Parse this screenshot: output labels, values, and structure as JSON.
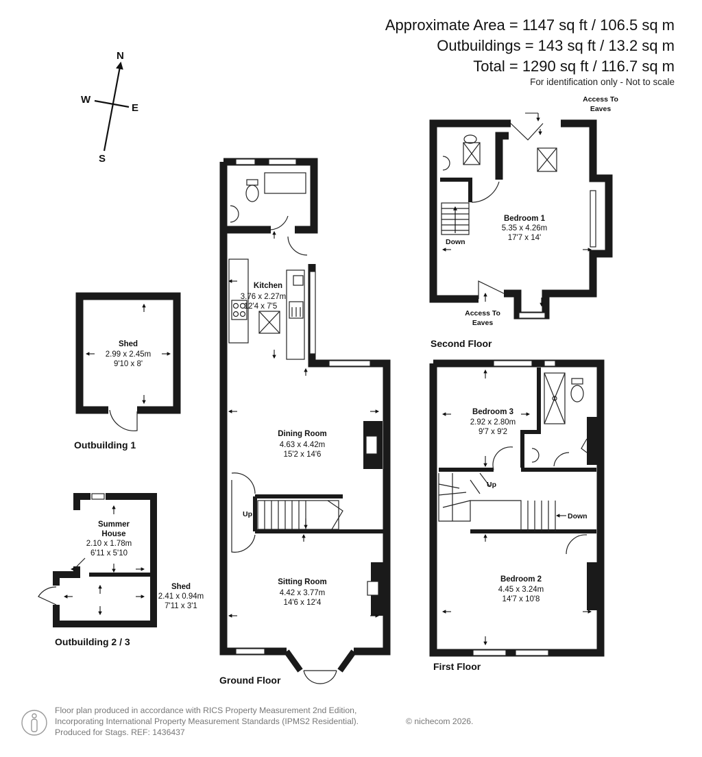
{
  "header": {
    "approx_area": "Approximate Area = 1147 sq ft / 106.5 sq m",
    "outbuildings": "Outbuildings = 143 sq ft / 13.2 sq m",
    "total": "Total = 1290 sq ft / 116.7 sq m",
    "note": "For identification only - Not to scale"
  },
  "compass": {
    "n": "N",
    "s": "S",
    "e": "E",
    "w": "W"
  },
  "floors": {
    "ground": "Ground Floor",
    "first": "First Floor",
    "second": "Second Floor",
    "outbuilding1": "Outbuilding 1",
    "outbuilding23": "Outbuilding 2 / 3"
  },
  "rooms": {
    "kitchen": {
      "name": "Kitchen",
      "metric": "3.76 x 2.27m",
      "imperial": "12'4 x 7'5"
    },
    "dining": {
      "name": "Dining Room",
      "metric": "4.63 x 4.42m",
      "imperial": "15'2 x 14'6"
    },
    "sitting": {
      "name": "Sitting Room",
      "metric": "4.42 x 3.77m",
      "imperial": "14'6 x 12'4"
    },
    "bedroom1": {
      "name": "Bedroom 1",
      "metric": "5.35 x 4.26m",
      "imperial": "17'7 x 14'"
    },
    "bedroom2": {
      "name": "Bedroom 2",
      "metric": "4.45 x 3.24m",
      "imperial": "14'7 x 10'8"
    },
    "bedroom3": {
      "name": "Bedroom 3",
      "metric": "2.92 x 2.80m",
      "imperial": "9'7 x 9'2"
    },
    "shed1": {
      "name": "Shed",
      "metric": "2.99 x 2.45m",
      "imperial": "9'10 x 8'"
    },
    "summer": {
      "name1": "Summer",
      "name2": "House",
      "metric": "2.10 x 1.78m",
      "imperial": "6'11 x 5'10"
    },
    "shed2": {
      "name": "Shed",
      "metric": "2.41 x 0.94m",
      "imperial": "7'11 x 3'1"
    }
  },
  "annotations": {
    "up": "Up",
    "down": "Down",
    "access1": "Access To",
    "access2": "Eaves"
  },
  "footer": {
    "line1": "Floor plan produced in accordance with RICS Property Measurement 2nd Edition,",
    "line2": "Incorporating International Property Measurement Standards (IPMS2 Residential).",
    "line3": "Produced for Stags.   REF: 1436437",
    "copyright": "© nichecom 2026."
  }
}
